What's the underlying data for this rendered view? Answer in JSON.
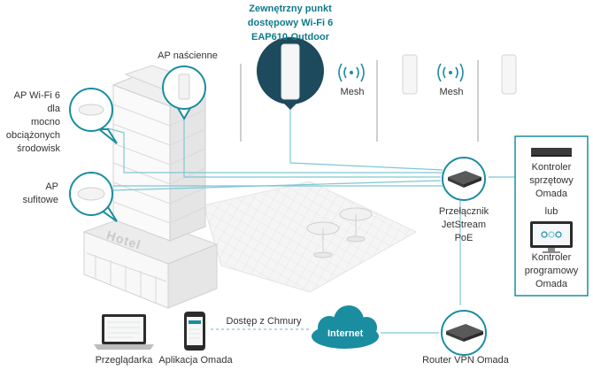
{
  "featured": {
    "lines": [
      "Zewnętrzny punkt",
      "dostępowy Wi-Fi 6",
      "EAP610-Outdoor"
    ]
  },
  "labels": {
    "ap_wall": "AP naścienne",
    "ap_heavy": [
      "AP Wi-Fi 6 dla",
      "mocno",
      "obciążonych",
      "środowisk"
    ],
    "ap_ceiling": [
      "AP",
      "sufitowe"
    ],
    "mesh_1": "Mesh",
    "mesh_2": "Mesh",
    "hotel_sign": "Hotel",
    "switch": [
      "Przełącznik",
      "JetStream",
      "PoE"
    ],
    "hw_controller": [
      "Kontroler",
      "sprzętowy",
      "Omada"
    ],
    "or": "lub",
    "sw_controller": [
      "Kontroler",
      "programowy",
      "Omada"
    ],
    "cloud_access": "Dostęp z Chmury",
    "internet": "Internet",
    "browser": "Przeglądarka",
    "app": "Aplikacja Omada",
    "router": "Router VPN Omada"
  },
  "colors": {
    "accent": "#1a8da0",
    "dark_teal": "#1d4a5c",
    "line": "#7ec7d4"
  },
  "icons": [
    "wifi-signal-icon",
    "laptop-icon",
    "smartphone-icon",
    "cloud-icon"
  ]
}
